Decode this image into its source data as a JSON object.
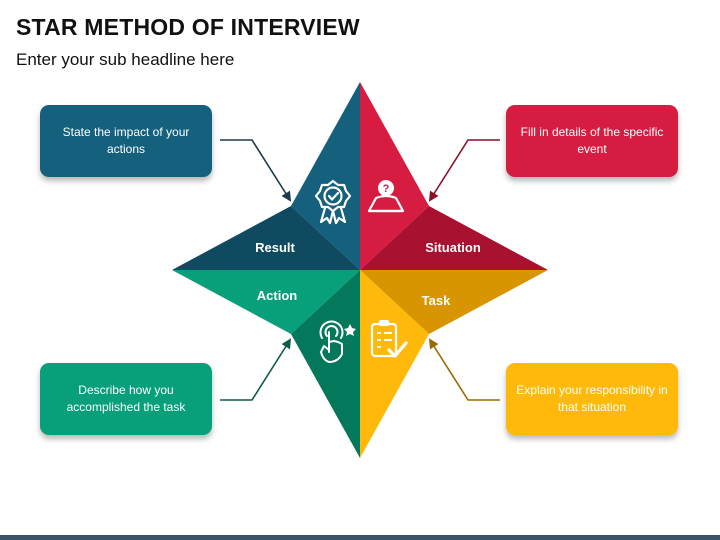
{
  "header": {
    "title": "STAR METHOD OF INTERVIEW",
    "subtitle": "Enter your sub headline here"
  },
  "colors": {
    "result": "#15607c",
    "result_dark": "#0f4a61",
    "situation": "#d61c41",
    "situation_dark": "#a8112f",
    "action": "#07a07a",
    "action_dark": "#04785a",
    "task": "#ffb90a",
    "task_dark": "#d89500"
  },
  "segments": {
    "result": {
      "label": "Result",
      "description": "State the impact of your actions",
      "icon": "award-ribbon-icon"
    },
    "situation": {
      "label": "Situation",
      "description": "Fill in details of the specific event",
      "icon": "person-question-icon"
    },
    "action": {
      "label": "Action",
      "description": "Describe how you accomplished the task",
      "icon": "hand-tap-target-icon"
    },
    "task": {
      "label": "Task",
      "description": "Explain your responsibility in that situation",
      "icon": "clipboard-checklist-icon"
    }
  }
}
